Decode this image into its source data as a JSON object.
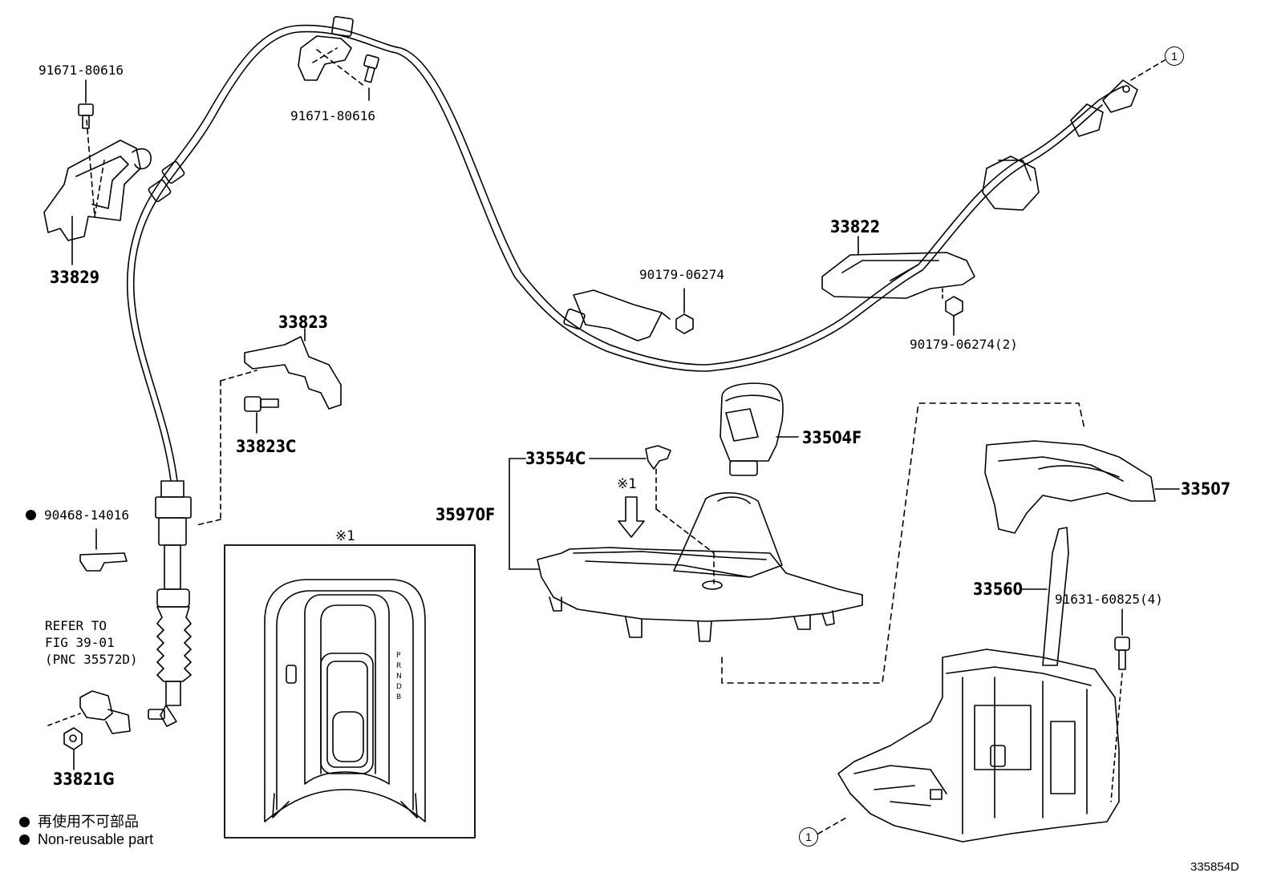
{
  "parts": {
    "p91671_left": "91671-80616",
    "p91671_top": "91671-80616",
    "p33829": "33829",
    "p33823": "33823",
    "p33823C": "33823C",
    "p90468": "90468-14016",
    "p90179_a": "90179-06274",
    "p33822": "33822",
    "p90179_b": "90179-06274(2)",
    "p33504F": "33504F",
    "p33554C": "33554C",
    "p35970F": "35970F",
    "p33507": "33507",
    "p33560": "33560",
    "p91631": "91631-60825(4)",
    "p33821G": "33821G"
  },
  "refer_note": {
    "line1": "REFER TO",
    "line2": "FIG 39-01",
    "line3": "(PNC 35572D)"
  },
  "markers": {
    "circle_one": "1",
    "note_star": "※1",
    "inset_star": "※1"
  },
  "legend": {
    "jp": "再使用不可部品",
    "en": "Non-reusable part"
  },
  "indicator_letters": "P R N D B",
  "figure_ref": "335854D"
}
